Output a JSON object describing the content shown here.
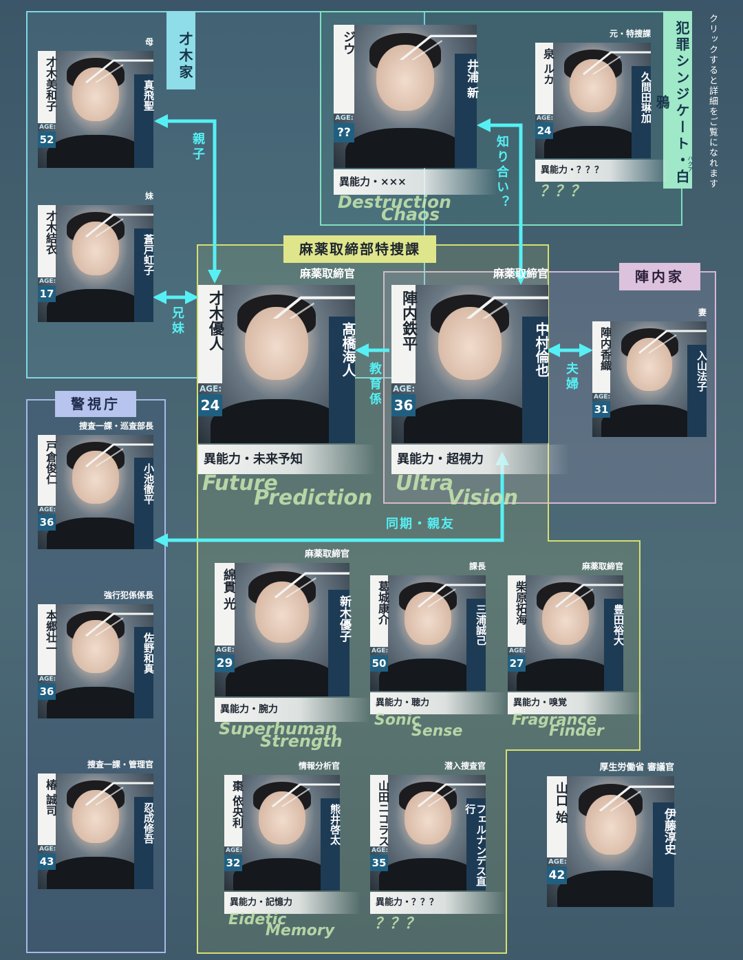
{
  "note": "クリックすると詳細をご覧になれます",
  "groups": {
    "saiki": "才木家",
    "keishicho": "警視庁",
    "hanzai": "犯罪シンジケート・白鴉",
    "hanzai_ruby": "ハクア",
    "mayaku": "麻薬取締部特捜課",
    "jinnai": "陣内家"
  },
  "relations": {
    "oyako": "親子",
    "kyodai": "兄妹",
    "shiriai": "知り合い？",
    "kyoiku": "教育係",
    "fufu": "夫婦",
    "doki": "同期・親友"
  },
  "age_label": "AGE:",
  "people": {
    "miwako": {
      "name": "才木美和子",
      "age": "52",
      "actor": "真飛聖",
      "role": "母"
    },
    "yui": {
      "name": "才木結衣",
      "age": "17",
      "actor": "蒼戸虹子",
      "role": "妹"
    },
    "toguru": {
      "name": "戸倉俊仁",
      "age": "36",
      "actor": "小池徹平",
      "role": "捜査一課・巡査部長"
    },
    "hongo": {
      "name": "本郷壮一",
      "age": "36",
      "actor": "佐野和真",
      "role": "強行犯係係長"
    },
    "tsubaki": {
      "name": "椿 誠司",
      "age": "43",
      "actor": "忍成修吾",
      "role": "捜査一課・管理官"
    },
    "jiu": {
      "name": "ジウ",
      "age": "??",
      "actor": "井浦 新",
      "role": "",
      "ability": "異能力・×××",
      "flavor1": "Destruction",
      "flavor2": "Chaos"
    },
    "izumi": {
      "name": "泉 ルカ",
      "age": "24",
      "actor": "久間田琳加",
      "role": "元・特捜課",
      "ability": "異能力・？？？",
      "flavor1": "？？？",
      "flavor2": ""
    },
    "yujin": {
      "name": "才木優人",
      "age": "24",
      "actor": "髙橋海人",
      "role": "麻薬取締官",
      "ability": "異能力・未来予知",
      "flavor1": "Future",
      "flavor2": "Prediction"
    },
    "teppei": {
      "name": "陣内鉄平",
      "age": "36",
      "actor": "中村倫也",
      "role": "麻薬取締官",
      "ability": "異能力・超視力",
      "flavor1": "Ultra",
      "flavor2": "Vision"
    },
    "kaori": {
      "name": "陣内香織",
      "age": "31",
      "actor": "入山法子",
      "role": "妻"
    },
    "hikaru": {
      "name": "綿貫 光",
      "age": "29",
      "actor": "新木優子",
      "role": "麻薬取締官",
      "ability": "異能力・腕力",
      "flavor1": "Superhuman",
      "flavor2": "Strength"
    },
    "kosuke": {
      "name": "葛城康介",
      "age": "50",
      "actor": "三浦誠己",
      "role": "課長",
      "ability": "異能力・聴力",
      "flavor1": "Sonic",
      "flavor2": "Sense"
    },
    "takumi": {
      "name": "柴原拓海",
      "age": "27",
      "actor": "豊田裕大",
      "role": "麻薬取締官",
      "ability": "異能力・嗅覚",
      "flavor1": "Fragrance",
      "flavor2": "Finder"
    },
    "iori": {
      "name": "棗 依央利",
      "age": "32",
      "actor": "熊井啓太",
      "role": "情報分析官",
      "ability": "異能力・記憶力",
      "flavor1": "Eidetic",
      "flavor2": "Memory"
    },
    "nicolas": {
      "name": "山田ニコラス",
      "age": "35",
      "actor": "フェルナンデス直行",
      "role": "潜入捜査官",
      "ability": "異能力・？？？",
      "flavor1": "？？？",
      "flavor2": ""
    },
    "hajime": {
      "name": "山口 始",
      "age": "42",
      "actor": "伊藤淳史",
      "role": "厚生労働省 審議官"
    }
  },
  "colors": {
    "relation": "#56f0f4",
    "name_bg": "#f3f4f2",
    "age_bg": "#205f80",
    "actor_bg": "#1d3b55"
  }
}
